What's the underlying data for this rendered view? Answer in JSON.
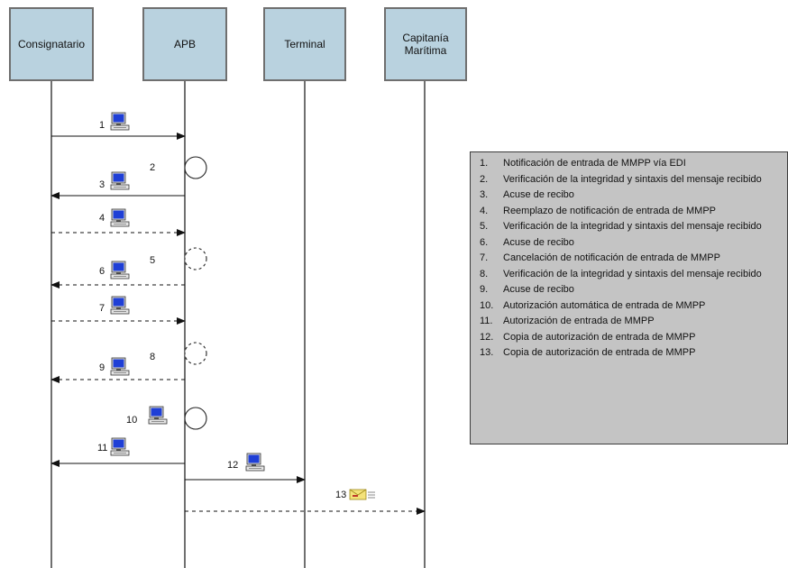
{
  "actors": [
    {
      "id": "consignatario",
      "label": "Consignatario"
    },
    {
      "id": "apb",
      "label": "APB"
    },
    {
      "id": "terminal",
      "label": "Terminal"
    },
    {
      "id": "capitania",
      "label": "Capitanía\nMarítima"
    }
  ],
  "steps": [
    {
      "num": "1",
      "from": "consignatario",
      "to": "apb",
      "style": "solid",
      "icon": "computer-icon"
    },
    {
      "num": "2",
      "type": "process",
      "at": "apb",
      "style": "solid"
    },
    {
      "num": "3",
      "from": "apb",
      "to": "consignatario",
      "style": "solid",
      "icon": "computer-icon"
    },
    {
      "num": "4",
      "from": "consignatario",
      "to": "apb",
      "style": "dashed",
      "icon": "computer-icon"
    },
    {
      "num": "5",
      "type": "process",
      "at": "apb",
      "style": "dashed"
    },
    {
      "num": "6",
      "from": "apb",
      "to": "consignatario",
      "style": "dashed",
      "icon": "computer-icon"
    },
    {
      "num": "7",
      "from": "consignatario",
      "to": "apb",
      "style": "dashed",
      "icon": "computer-icon"
    },
    {
      "num": "8",
      "type": "process",
      "at": "apb",
      "style": "dashed"
    },
    {
      "num": "9",
      "from": "apb",
      "to": "consignatario",
      "style": "dashed",
      "icon": "computer-icon"
    },
    {
      "num": "10",
      "type": "process",
      "at": "apb",
      "style": "solid",
      "icon": "computer-icon"
    },
    {
      "num": "11",
      "from": "apb",
      "to": "consignatario",
      "style": "solid",
      "icon": "computer-icon"
    },
    {
      "num": "12",
      "from": "apb",
      "to": "terminal",
      "style": "solid",
      "icon": "computer-icon"
    },
    {
      "num": "13",
      "from": "apb",
      "to": "capitania",
      "style": "dashed",
      "icon": "email-icon"
    }
  ],
  "legend": [
    {
      "num": "1.",
      "text": "Notificación de entrada de MMPP vía EDI"
    },
    {
      "num": "2.",
      "text": "Verificación de la integridad y sintaxis del mensaje recibido"
    },
    {
      "num": "3.",
      "text": "Acuse de recibo"
    },
    {
      "num": "4.",
      "text": "Reemplazo de notificación de entrada de MMPP"
    },
    {
      "num": "5.",
      "text": "Verificación de la integridad y sintaxis del mensaje recibido"
    },
    {
      "num": "6.",
      "text": "Acuse de recibo"
    },
    {
      "num": "7.",
      "text": "Cancelación de notificación de entrada de MMPP"
    },
    {
      "num": "8.",
      "text": "Verificación de la integridad y sintaxis del mensaje recibido"
    },
    {
      "num": "9.",
      "text": "Acuse de recibo"
    },
    {
      "num": "10.",
      "text": "Autorización automática de entrada de MMPP"
    },
    {
      "num": "11.",
      "text": "Autorización de entrada de MMPP"
    },
    {
      "num": "12.",
      "text": "Copia de autorización de entrada de MMPP"
    },
    {
      "num": "13.",
      "text": "Copia de autorización de entrada de MMPP"
    }
  ],
  "colors": {
    "actor_fill": "#b9d2df",
    "actor_border": "#6f6f6f",
    "legend_fill": "#c4c4c4",
    "monitor_screen": "#1f3fd6",
    "line": "#111111"
  }
}
